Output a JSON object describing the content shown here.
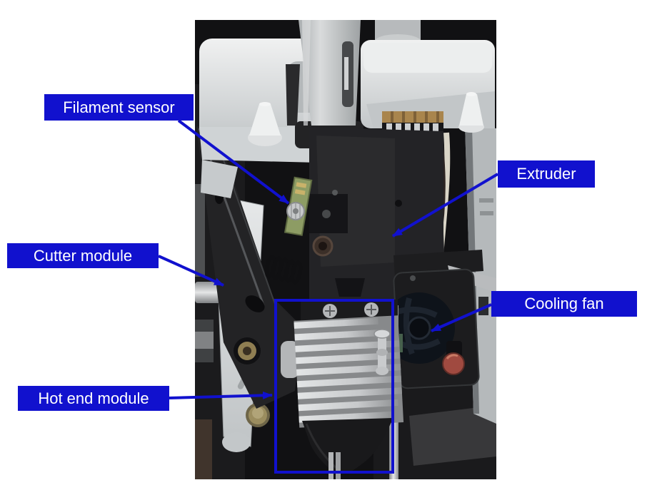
{
  "page": {
    "background_color": "#ffffff"
  },
  "diagram": {
    "accent_color": "#1111ce",
    "label_text_color": "#ffffff",
    "subject": "3D printer toolhead annotated photo",
    "labels": [
      {
        "id": "filament-sensor",
        "text": "Filament sensor"
      },
      {
        "id": "extruder",
        "text": "Extruder"
      },
      {
        "id": "cutter-module",
        "text": "Cutter module"
      },
      {
        "id": "cooling-fan",
        "text": "Cooling fan"
      },
      {
        "id": "hot-end-module",
        "text": "Hot end module"
      }
    ],
    "highlight_box_target": "hot-end-module"
  }
}
